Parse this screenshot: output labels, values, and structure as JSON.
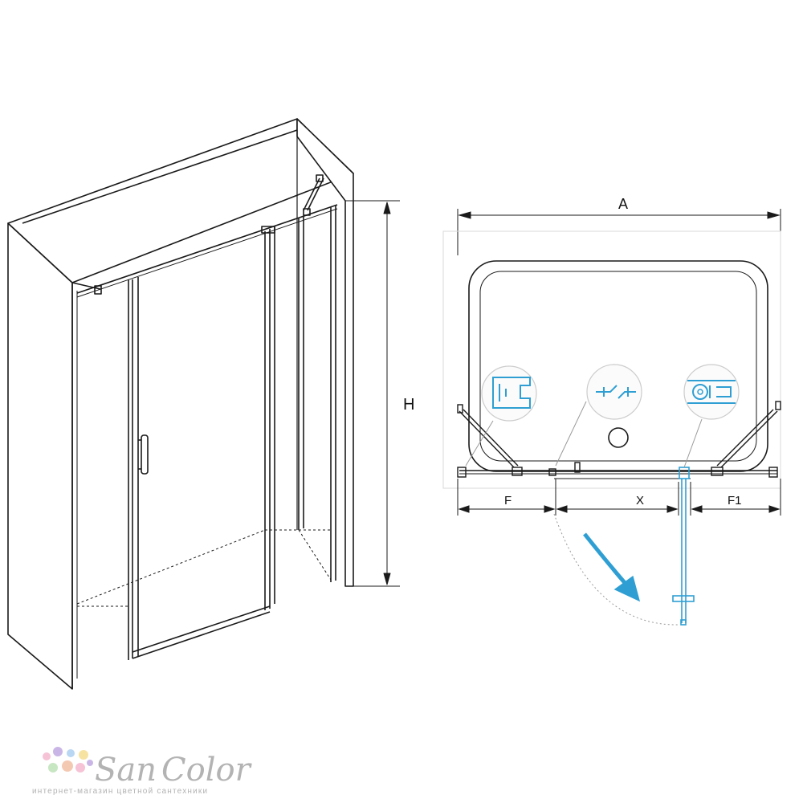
{
  "dimensions": {
    "height_label": "H",
    "width_label": "A",
    "fixed_left_label": "F",
    "door_opening_label": "X",
    "fixed_right_label": "F1"
  },
  "logo": {
    "brand": "SanColor",
    "brand_first": "San",
    "brand_second": "Color",
    "tagline": "интернет-магазин цветной сантехники",
    "dot_colors": [
      "#f6c2d6",
      "#c9b6e6",
      "#b9d6f2",
      "#f7e3a1",
      "#c7e6c2",
      "#f4c9b2"
    ]
  },
  "colors": {
    "line": "#1a1a1a",
    "accent_blue": "#2f9fd3",
    "light_line": "#9a9a9a",
    "logo_gray": "#b3b3b3"
  },
  "icons": [
    "wall-profile-icon",
    "hinge-connector-icon",
    "door-hinge-icon",
    "door-swing-arrow-icon"
  ]
}
